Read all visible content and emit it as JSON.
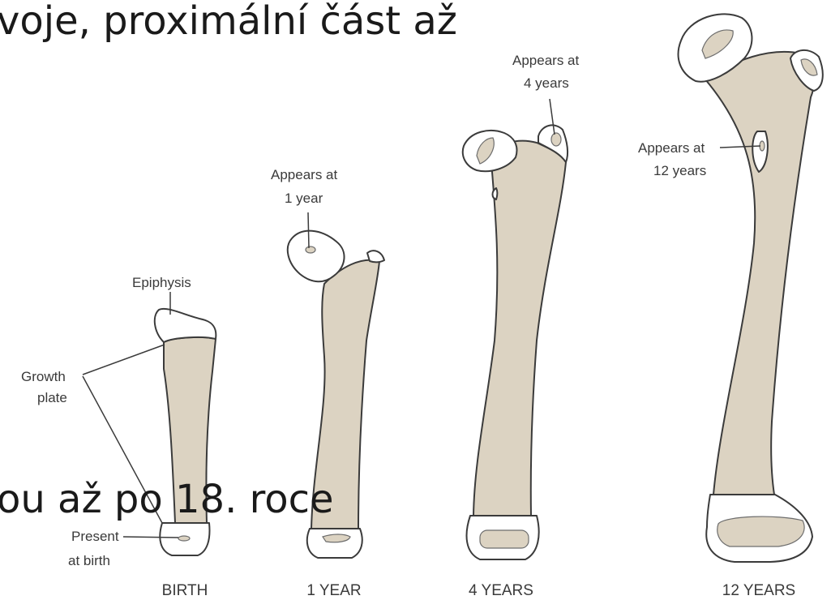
{
  "slide": {
    "line_top": "voje, proximální část až",
    "line_bottom": "ou až po 18. roce"
  },
  "labels": {
    "epiphysis": "Epiphysis",
    "growth_plate_1": "Growth",
    "growth_plate_2": "plate",
    "present_1": "Present",
    "present_2": "at birth",
    "appears_1y_1": "Appears at",
    "appears_1y_2": "1 year",
    "appears_4y_1": "Appears at",
    "appears_4y_2": "4 years",
    "appears_12y_1": "Appears at",
    "appears_12y_2": "12 years"
  },
  "stages": [
    "BIRTH",
    "1 YEAR",
    "4 YEARS",
    "12 YEARS"
  ],
  "colors": {
    "bone": "#dcd3c2",
    "cartilage": "#ffffff",
    "outline": "#3b3b3b"
  }
}
